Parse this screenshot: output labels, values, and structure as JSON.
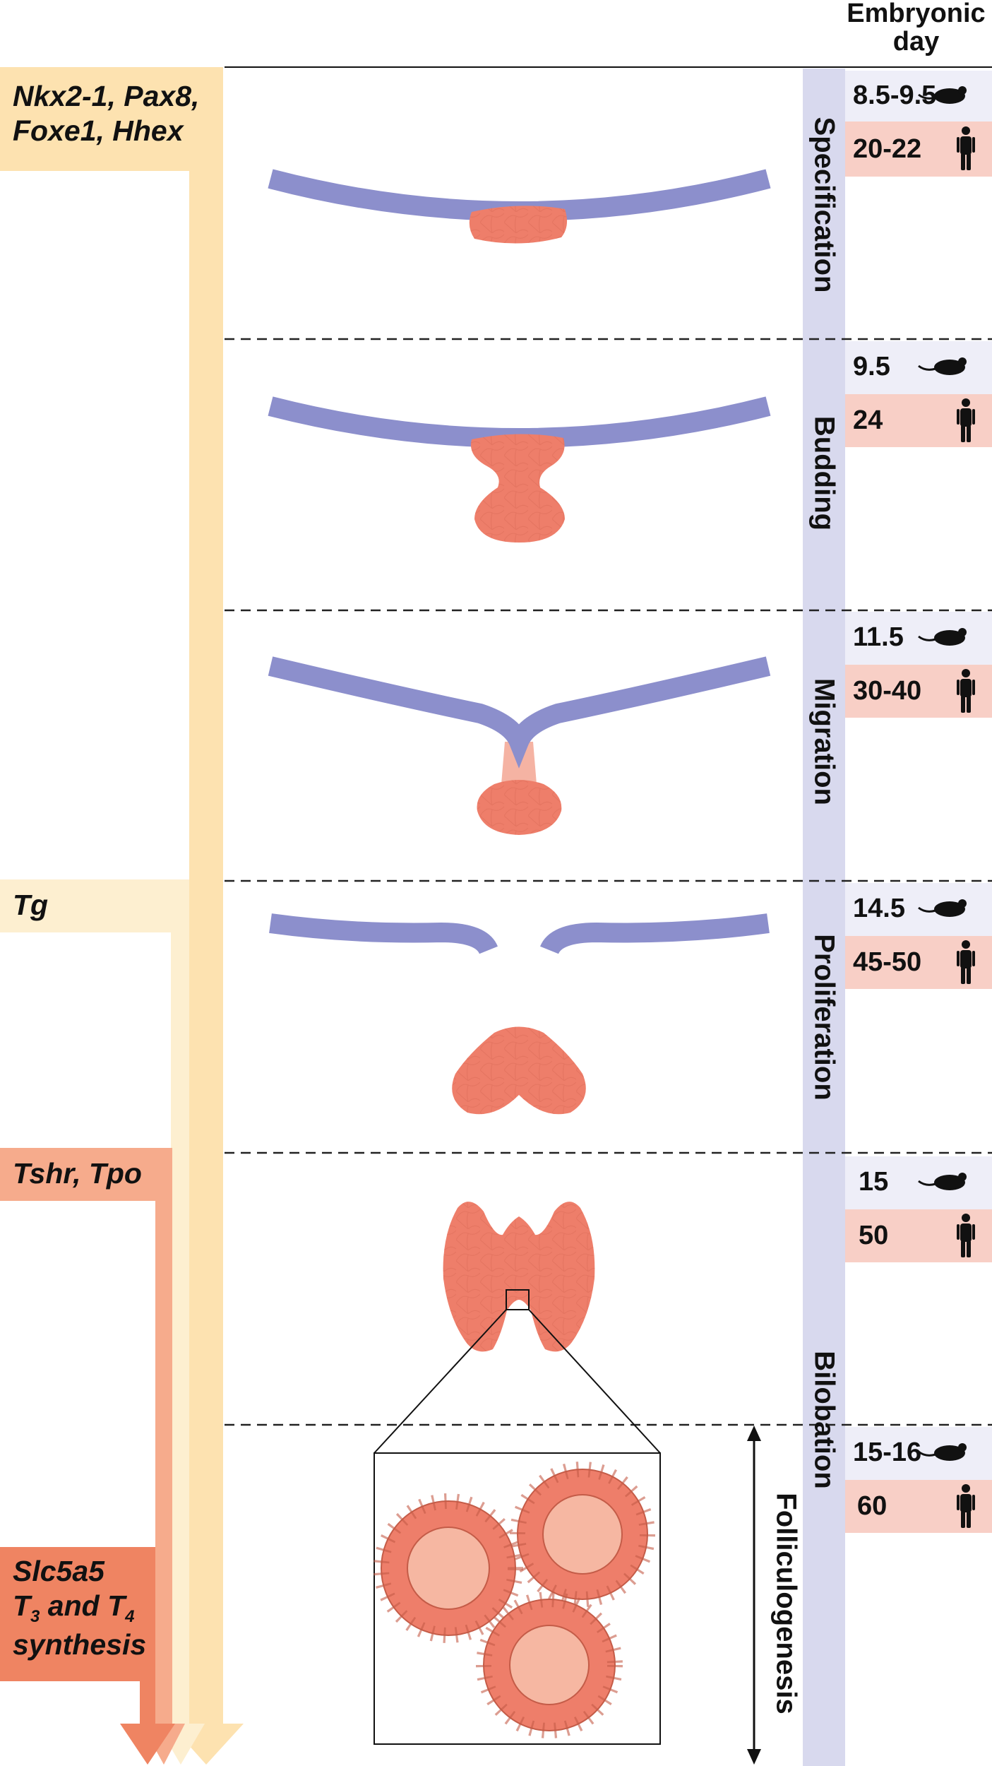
{
  "header": {
    "line1": "Embryonic",
    "line2": "day"
  },
  "genes": {
    "g1": {
      "line1": "Nkx2-1, Pax8,",
      "line2": "Foxe1, Hhex",
      "color": "#fde2b0"
    },
    "g2": {
      "text": "Tg",
      "color": "#fdefd0"
    },
    "g3": {
      "text": "Tshr, Tpo",
      "color": "#f6ab8c"
    },
    "g4": {
      "line1": "Slc5a5",
      "line2_prefix": "T",
      "line2_sub1": "3",
      "line2_mid": " and T",
      "line2_sub2": "4",
      "line3": "synthesis",
      "color": "#ef8462"
    }
  },
  "stages": [
    {
      "label": "Specification",
      "mouse": "8.5-9.5",
      "human": "20-22"
    },
    {
      "label": "Budding",
      "mouse": "9.5",
      "human": "24"
    },
    {
      "label": "Migration",
      "mouse": "11.5",
      "human": "30-40"
    },
    {
      "label": "Proliferation",
      "mouse": "14.5",
      "human": "45-50"
    },
    {
      "label": "Bilobation",
      "mouse": "15",
      "human": "50"
    },
    {
      "label": "Folliculogenesis",
      "mouse": "15-16",
      "human": "60"
    }
  ],
  "icons": {
    "mouse": "mouse-icon",
    "human": "human-icon"
  },
  "colors": {
    "endoderm": "#8c8fcc",
    "thyroid": "#ee7e6a",
    "thyroid_light": "#f5b3a3",
    "stage_bar": "#d8d9ee",
    "mouse_row": "#eeeef8",
    "human_row": "#f8cfc6",
    "lumen": "#f6b7a2"
  }
}
